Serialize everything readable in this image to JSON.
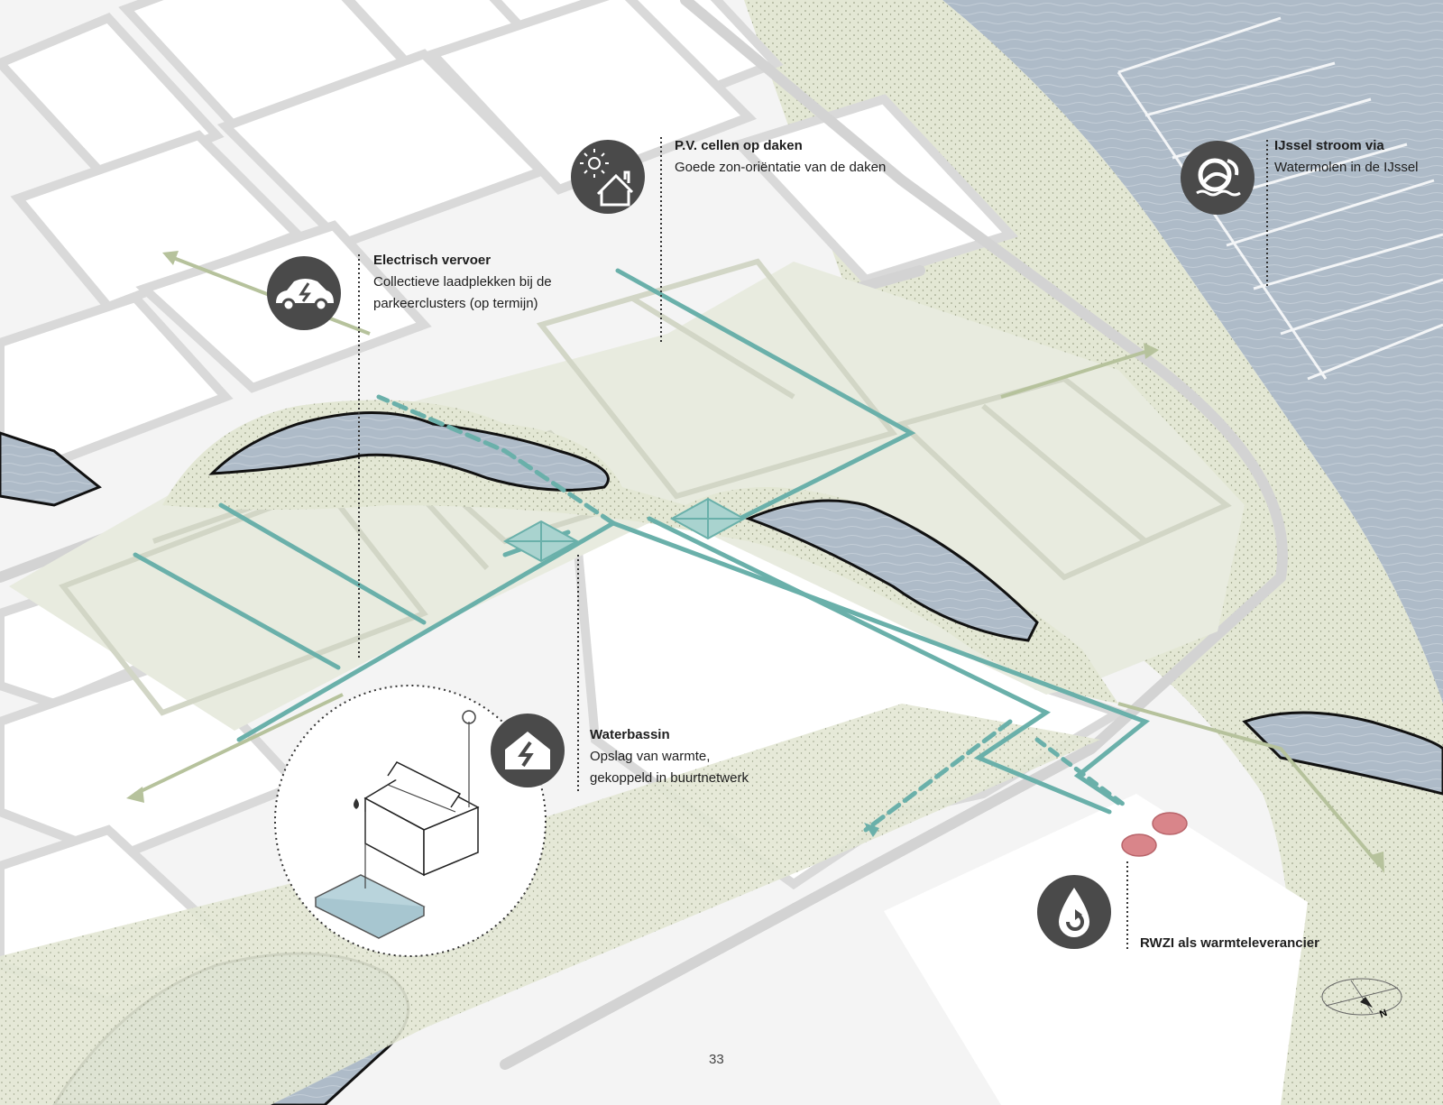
{
  "labels": {
    "pv": {
      "title": "P.V. cellen op daken",
      "desc": "Goede zon-oriëntatie van de daken",
      "icon": "solar-house-icon"
    },
    "ijssel": {
      "title": "IJssel stroom via",
      "desc": "Watermolen in de IJssel",
      "icon": "watermill-icon"
    },
    "ev": {
      "title": "Electrisch vervoer",
      "desc1": "Collectieve laadplekken bij de",
      "desc2": "parkeerclusters (op termijn)",
      "icon": "electric-car-icon"
    },
    "basin": {
      "title": "Waterbassin",
      "desc1": "Opslag van warmte,",
      "desc2": "gekoppeld in buurtnetwerk",
      "icon": "power-house-icon"
    },
    "rwzi": {
      "title": "RWZI als warmteleverancier",
      "icon": "water-drop-recycle-icon"
    }
  },
  "compass": {
    "label": "N"
  },
  "page_number": "33",
  "colors": {
    "land": "#e8ebdf",
    "dune": "#e4e8d6",
    "water": "#aebbc8",
    "road": "#d9d9d9",
    "heat_network": "#6ab0aa",
    "arrow": "#b6c29c",
    "icon_bg": "#4a4a4a",
    "rwzi_tank": "#d9858a"
  }
}
